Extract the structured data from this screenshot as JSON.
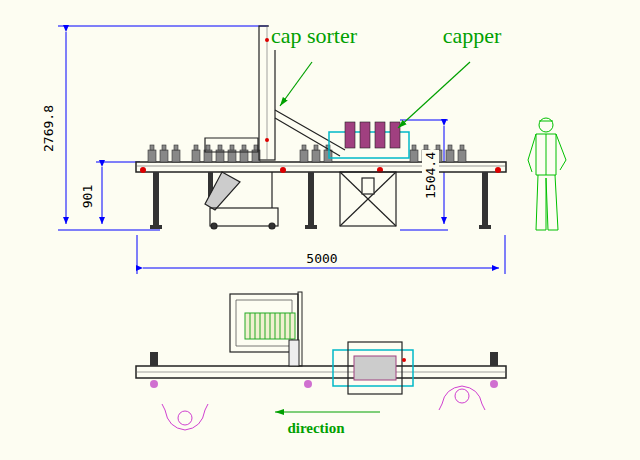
{
  "diagram": {
    "labels": [
      "cap sorter",
      "capper",
      "2769.8",
      "901",
      "1504.4",
      "5000",
      "direction"
    ]
  }
}
